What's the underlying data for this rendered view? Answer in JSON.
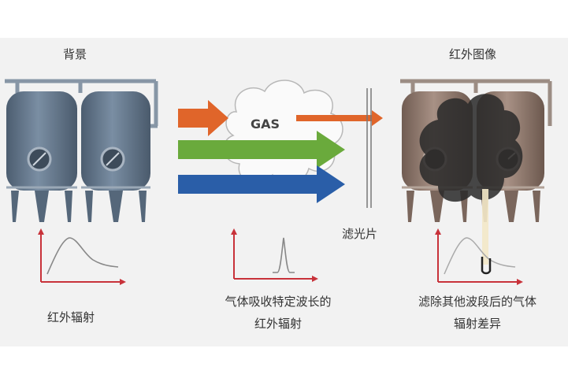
{
  "labels": {
    "background": "背景",
    "ir_image": "红外图像",
    "gas": "GAS",
    "filter": "滤光片",
    "ir_radiation": "红外辐射",
    "gas_absorption_line1": "气体吸收特定波长的",
    "gas_absorption_line2": "红外辐射",
    "filtered_diff_line1": "滤除其他波段后的气体",
    "filtered_diff_line2": "辐射差异"
  },
  "colors": {
    "arrow_orange": "#e0652a",
    "arrow_green": "#6aaa3c",
    "arrow_blue": "#2a5ea8",
    "axis_red": "#c8323a",
    "tank_blue": "#5d6f82",
    "tank_brown": "#8a7468",
    "gas_cloud_dark": "#2a2a2a"
  }
}
